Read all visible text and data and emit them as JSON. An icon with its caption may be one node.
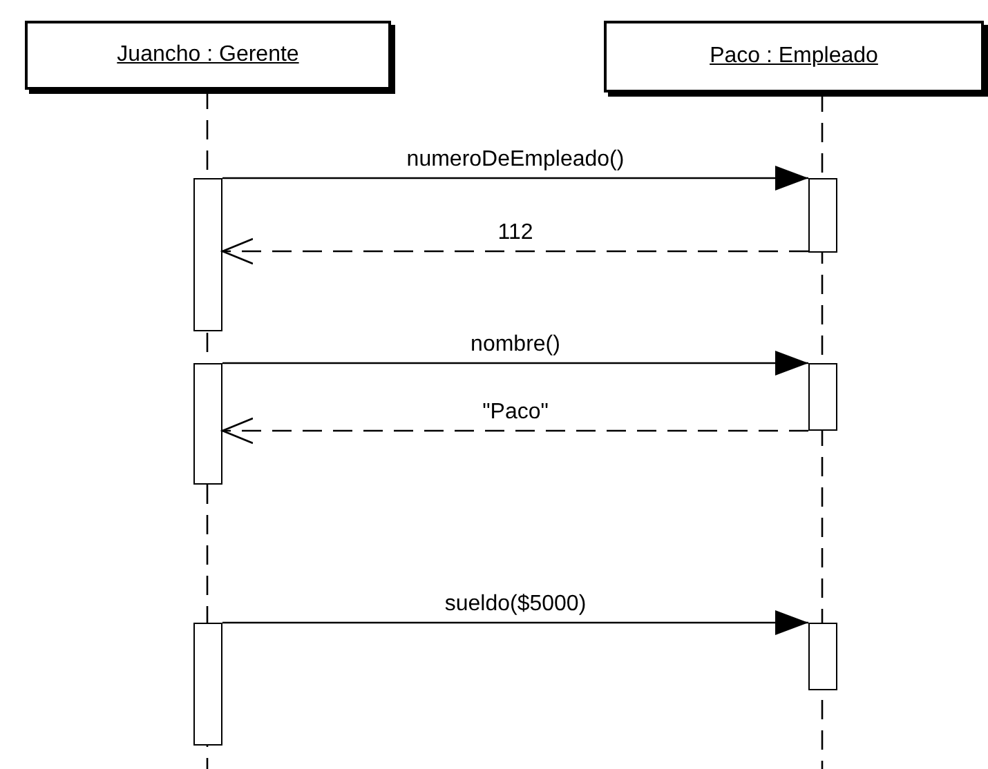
{
  "diagram": {
    "nodes": [
      {
        "text": [
          "Juancho : Gerente"
        ]
      },
      {
        "text": [
          "Paco : Empleado"
        ]
      },
      {
        "text": [],
        "shape": "bar"
      },
      {
        "text": [],
        "shape": "bar"
      },
      {
        "text": [],
        "shape": "bar"
      },
      {
        "text": [],
        "shape": "bar"
      },
      {
        "text": [],
        "shape": "bar"
      },
      {
        "text": [],
        "shape": "bar"
      }
    ],
    "edges": [
      {
        "from": 2,
        "to": 5,
        "arrow": "to",
        "label": "numeroDeEmpleado()"
      },
      {
        "from": 5,
        "to": 2,
        "arrow": "to",
        "label": "112",
        "style": "dashed"
      },
      {
        "from": 3,
        "to": 6,
        "arrow": "to",
        "label": "nombre()"
      },
      {
        "from": 6,
        "to": 3,
        "arrow": "to",
        "label": "\"Paco\"",
        "style": "dashed"
      },
      {
        "from": 4,
        "to": 7,
        "arrow": "to",
        "label": "sueldo($5000)"
      }
    ]
  }
}
